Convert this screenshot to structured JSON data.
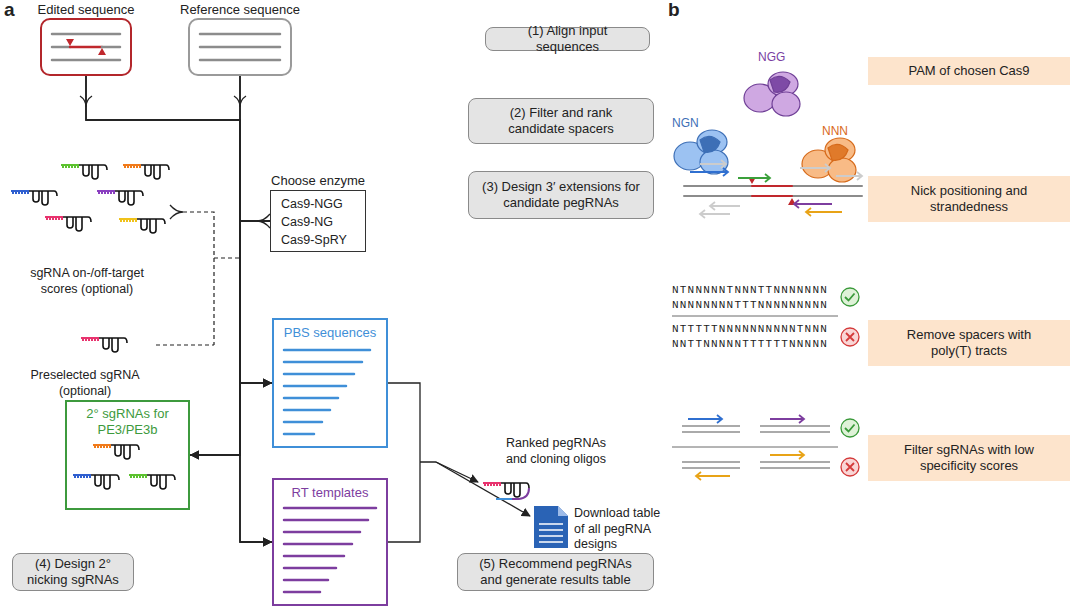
{
  "diagram": {
    "nodes": [
      {
        "text": [
          "Edited sequence"
        ]
      },
      {
        "text": [
          "Reference sequence"
        ]
      },
      {
        "text": [
          "(1) Align input sequences"
        ]
      },
      {
        "text": [
          "Choose enzyme",
          "Cas9-NGG",
          "Cas9-NG",
          "Cas9-SpRY"
        ]
      },
      {
        "text": [
          "(2) Filter and rank candidate spacers"
        ]
      },
      {
        "text": [
          "(3) Design 3′ extensions for candidate pegRNAs"
        ]
      },
      {
        "text": [
          "PBS sequences"
        ]
      },
      {
        "text": [
          "2° sgRNAs for PE3/PE3b"
        ]
      },
      {
        "text": [
          "RT templates"
        ]
      },
      {
        "text": [
          "(4) Design 2° nicking sgRNAs"
        ]
      },
      {
        "text": [
          "(5) Recommend pegRNAs and generate results table"
        ]
      },
      {
        "text": [
          "PAM of chosen Cas9"
        ]
      },
      {
        "text": [
          "Nick positioning and strandedness"
        ]
      },
      {
        "text": [
          "Remove spacers with poly(T) tracts"
        ]
      },
      {
        "text": [
          "Filter sgRNAs with low specificity scores"
        ]
      }
    ],
    "edges": [
      {
        "from": 0,
        "to": 6,
        "arrow": "to"
      },
      {
        "from": 0,
        "to": 7,
        "arrow": "to"
      },
      {
        "from": 0,
        "to": 8,
        "arrow": "to"
      },
      {
        "from": 1,
        "to": 6,
        "arrow": "to"
      },
      {
        "from": 1,
        "to": 7,
        "arrow": "to"
      },
      {
        "from": 1,
        "to": 8,
        "arrow": "to"
      },
      {
        "from": 3,
        "to": 6,
        "arrow": "to"
      },
      {
        "from": 3,
        "to": 7,
        "arrow": "to"
      },
      {
        "from": 3,
        "to": 8,
        "arrow": "to"
      }
    ],
    "labels": [
      "a",
      "sgRNA on-/off-target scores (optional)",
      "Preselected sgRNA (optional)",
      "Ranked pegRNAs and cloning oligos",
      "Download table of all pegRNA designs",
      "b",
      "NGG",
      "NGN",
      "NNN",
      "NTNNNNNTNNNTTNNNNNNN",
      "NNNNNNNNTTTNNNNNNNNN",
      "NTTTTTNNNNNNNNNNTNNN",
      "NNTTNNNNNTTTTTTNNNNN"
    ]
  }
}
